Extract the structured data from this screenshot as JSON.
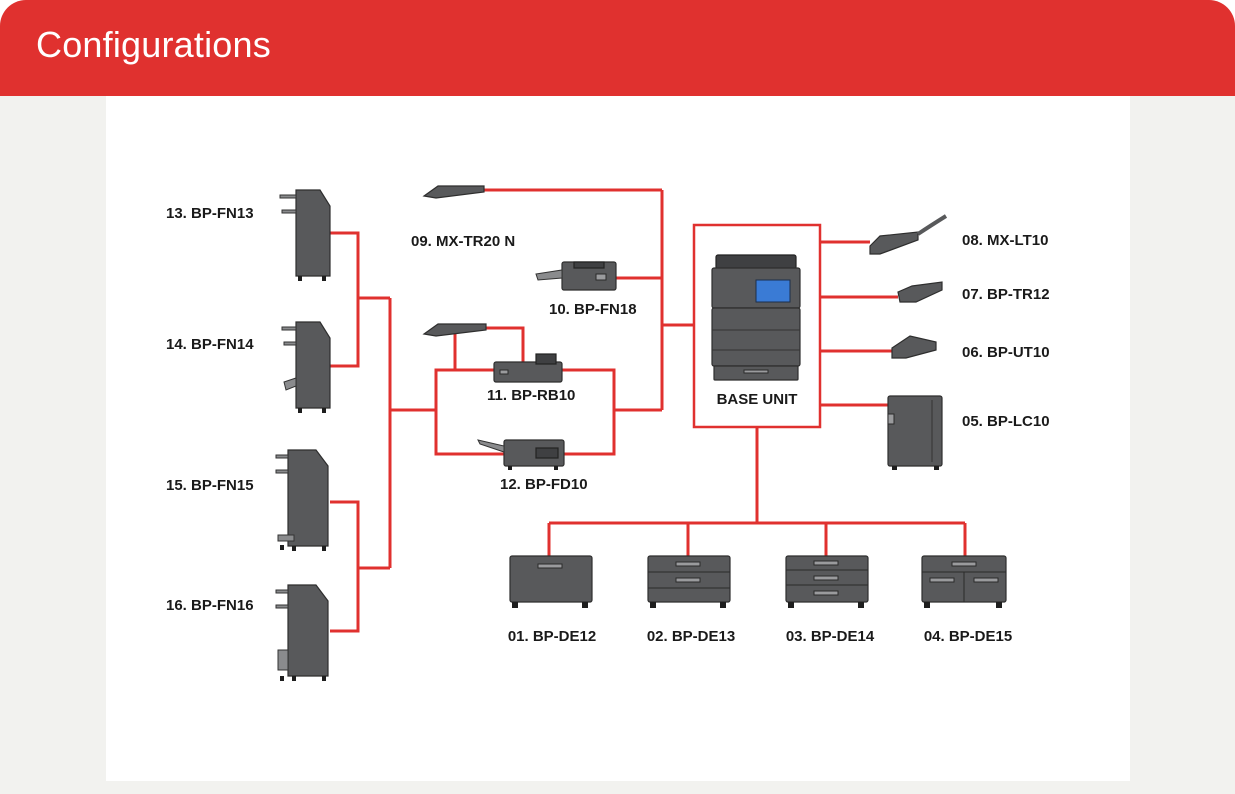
{
  "header": {
    "title": "Configurations"
  },
  "colors": {
    "accent": "#e0312f",
    "device": "#58595b"
  },
  "diagram": {
    "base_unit": "BASE UNIT",
    "components": [
      {
        "code": "13. BP-FN13"
      },
      {
        "code": "14. BP-FN14"
      },
      {
        "code": "15. BP-FN15"
      },
      {
        "code": "16. BP-FN16"
      },
      {
        "code": "09. MX-TR20 N"
      },
      {
        "code": "10. BP-FN18"
      },
      {
        "code": "11. BP-RB10"
      },
      {
        "code": "12. BP-FD10"
      },
      {
        "code": "08. MX-LT10"
      },
      {
        "code": "07. BP-TR12"
      },
      {
        "code": "06. BP-UT10"
      },
      {
        "code": "05. BP-LC10"
      },
      {
        "code": "01. BP-DE12"
      },
      {
        "code": "02. BP-DE13"
      },
      {
        "code": "03. BP-DE14"
      },
      {
        "code": "04. BP-DE15"
      }
    ]
  }
}
